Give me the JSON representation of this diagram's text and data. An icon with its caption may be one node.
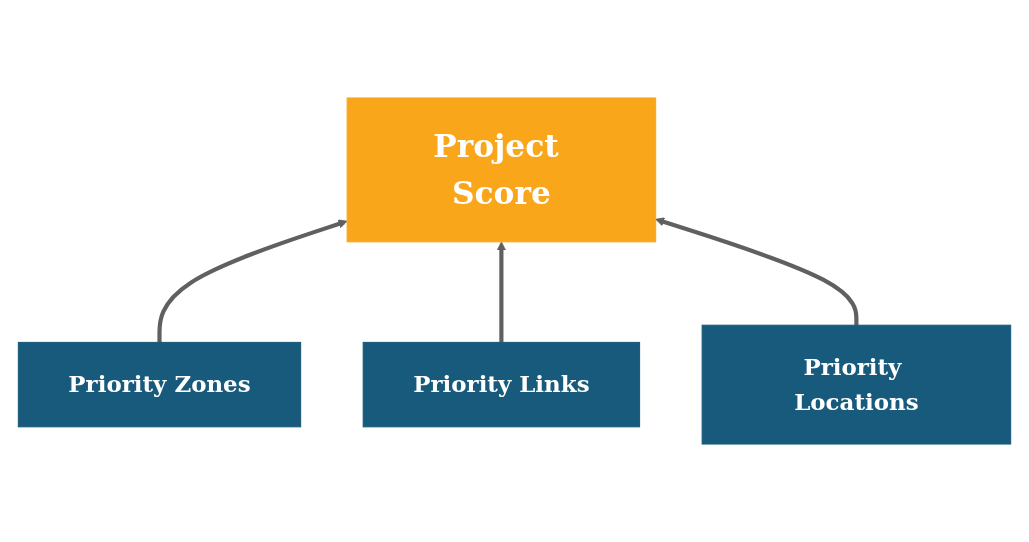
{
  "diagram": {
    "nodes": [
      {
        "text": [
          "Project Score"
        ]
      },
      {
        "text": [
          "Priority Zones"
        ]
      },
      {
        "text": [
          "Priority Links"
        ]
      },
      {
        "text": [
          "Priority Locations"
        ]
      }
    ],
    "edges": [
      {
        "from": 1,
        "to": 0,
        "arrow": "to"
      },
      {
        "from": 2,
        "to": 0,
        "arrow": "to"
      },
      {
        "from": 3,
        "to": 0,
        "arrow": "to"
      }
    ]
  }
}
